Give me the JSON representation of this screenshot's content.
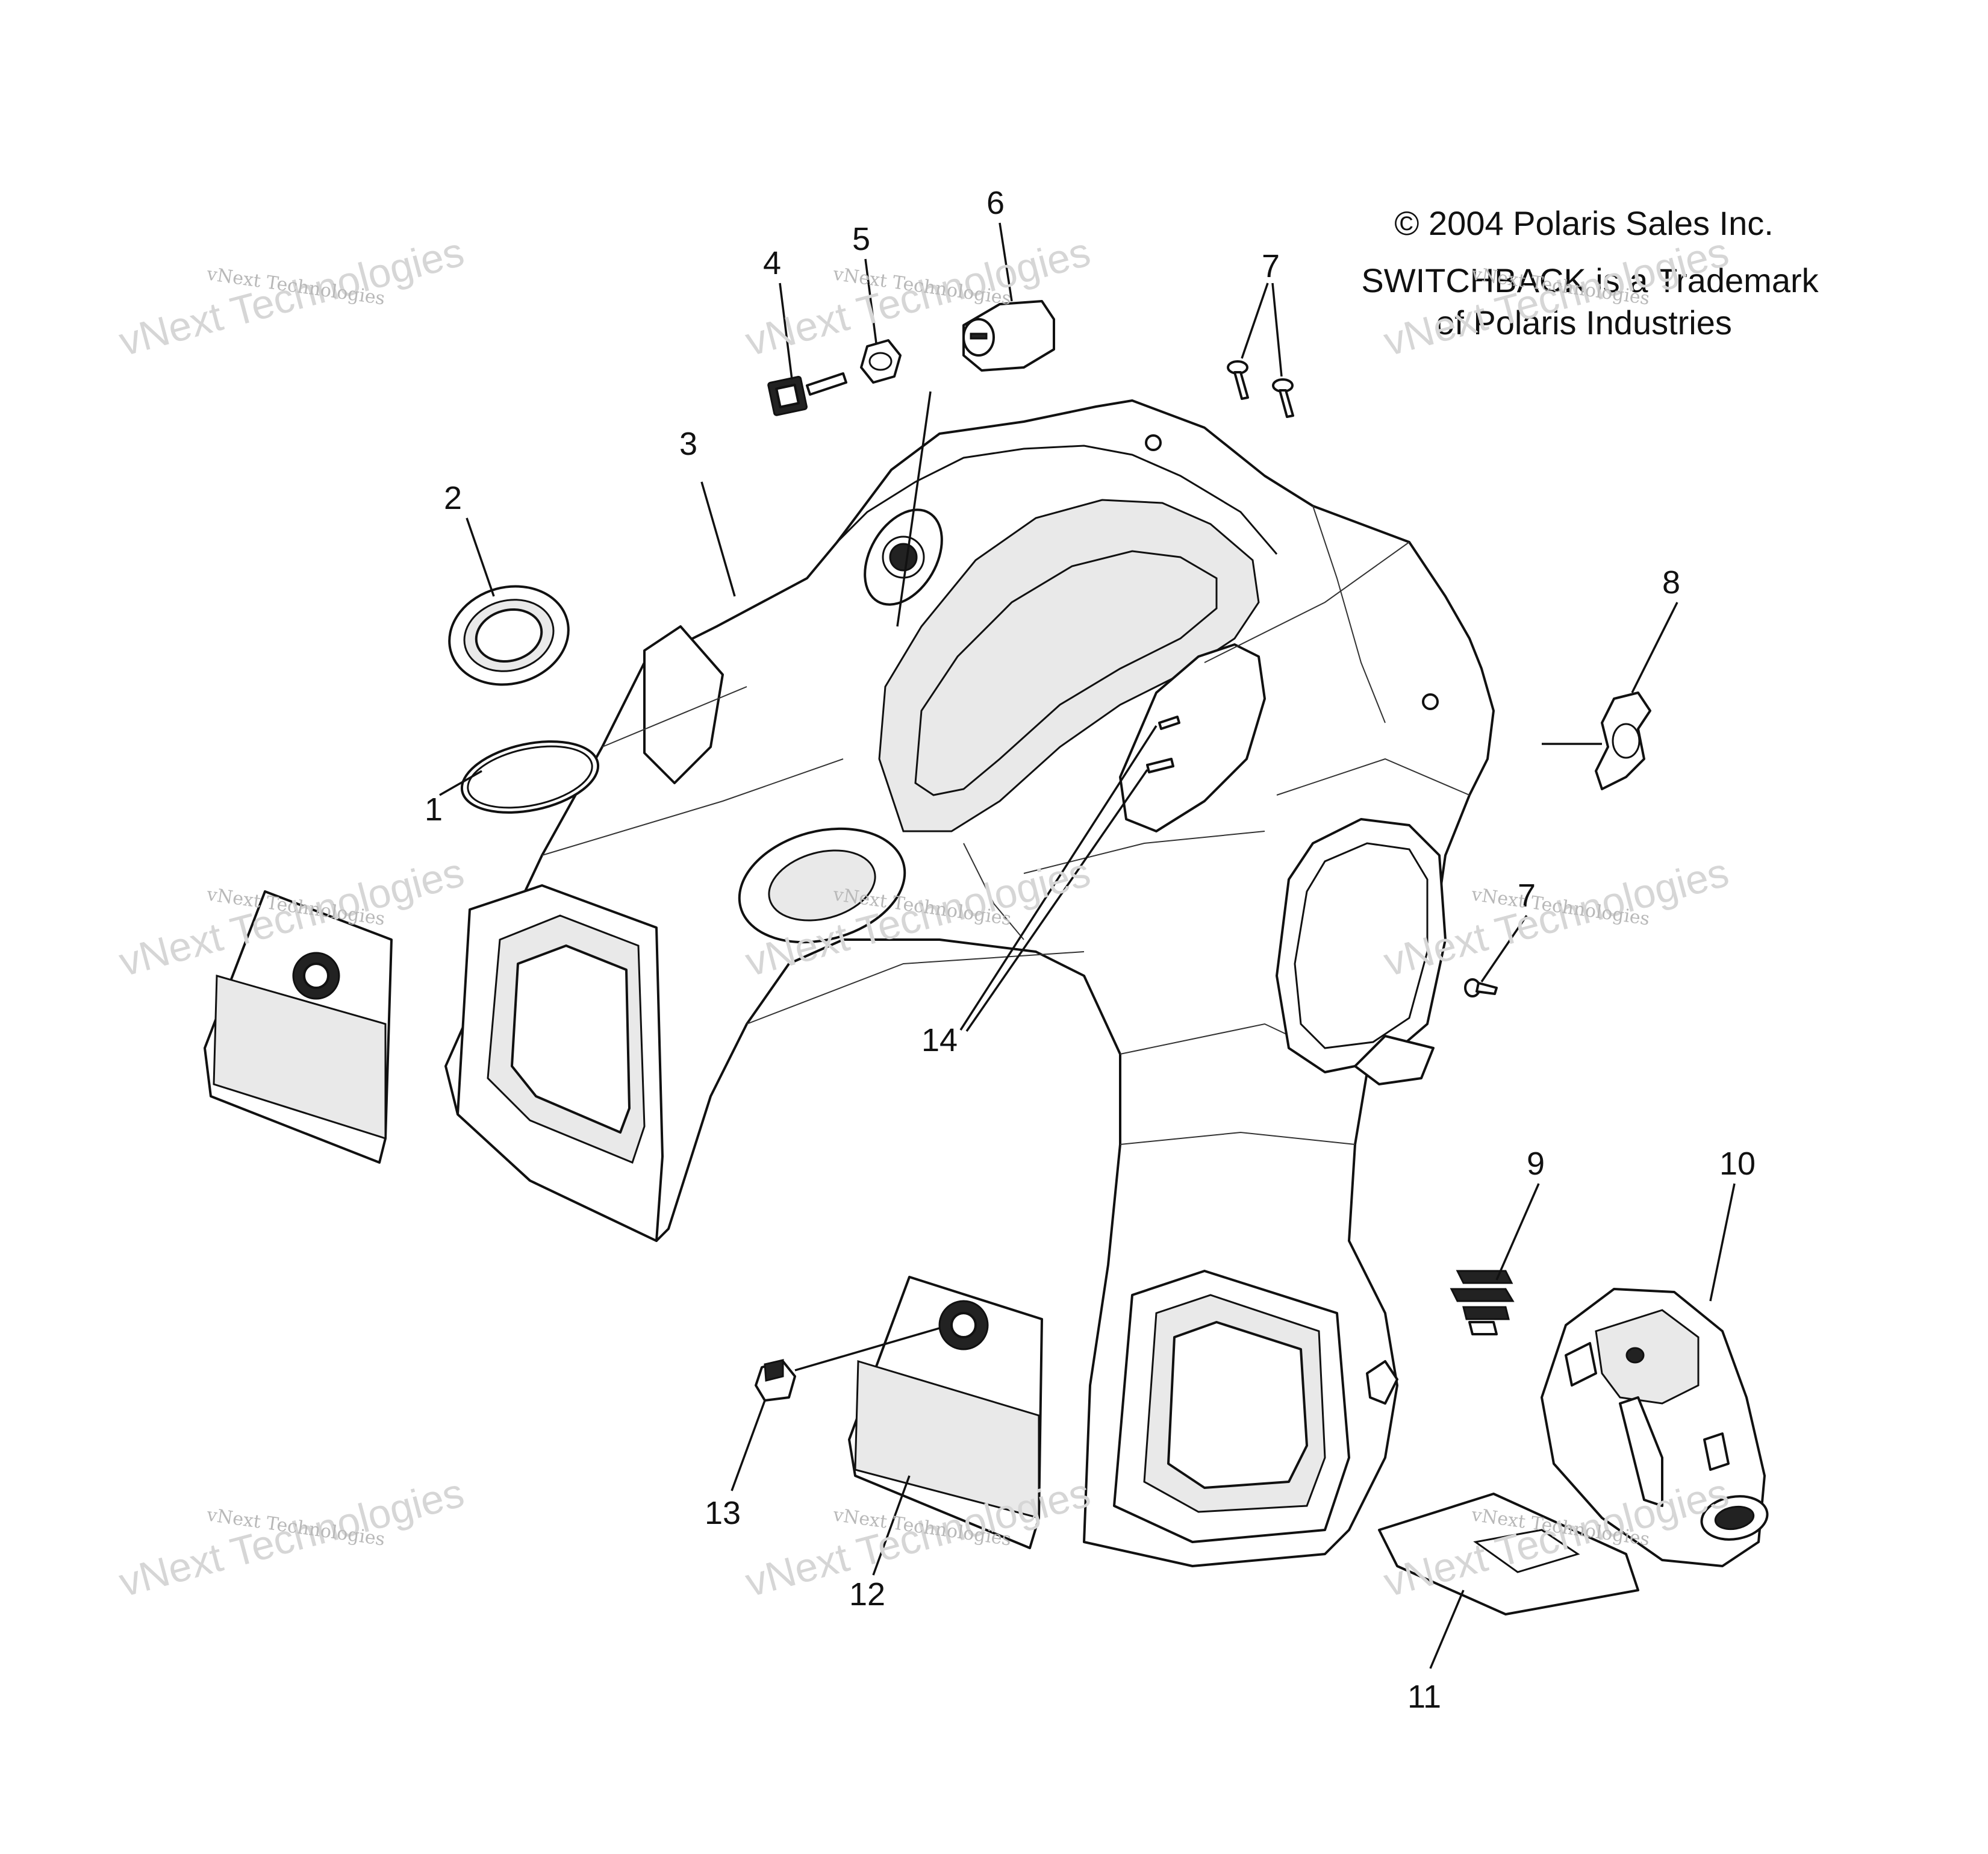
{
  "credit": {
    "line1": "© 2004 Polaris Sales Inc.",
    "line2": "SWITCHBACK is a Trademark",
    "line3": "of Polaris Industries"
  },
  "watermark": {
    "big": "vNext Technologies",
    "small": "vNext Technologies"
  },
  "callouts": [
    {
      "id": "1",
      "label": "1"
    },
    {
      "id": "2",
      "label": "2"
    },
    {
      "id": "3",
      "label": "3"
    },
    {
      "id": "4",
      "label": "4"
    },
    {
      "id": "5",
      "label": "5"
    },
    {
      "id": "6",
      "label": "6"
    },
    {
      "id": "7a",
      "label": "7"
    },
    {
      "id": "7b",
      "label": "7"
    },
    {
      "id": "8",
      "label": "8"
    },
    {
      "id": "9",
      "label": "9"
    },
    {
      "id": "10",
      "label": "10"
    },
    {
      "id": "11",
      "label": "11"
    },
    {
      "id": "12",
      "label": "12"
    },
    {
      "id": "13",
      "label": "13"
    },
    {
      "id": "14",
      "label": "14"
    }
  ]
}
